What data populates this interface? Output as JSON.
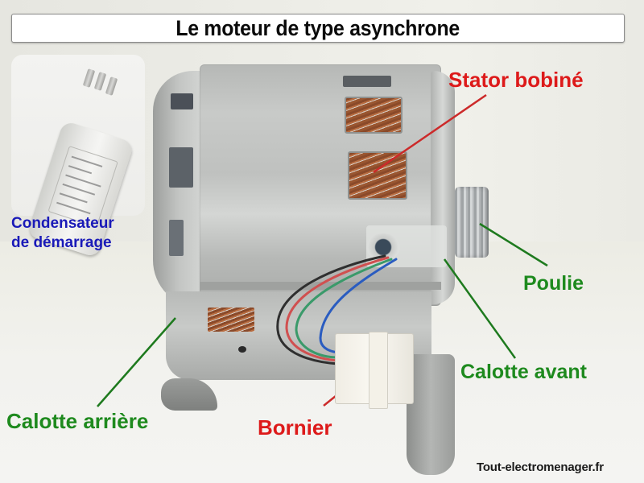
{
  "title": "Le moteur de type asynchrone",
  "labels": {
    "stator": "Stator bobiné",
    "condensateur_line1": "Condensateur",
    "condensateur_line2": "de démarrage",
    "poulie": "Poulie",
    "calotte_avant": "Calotte avant",
    "calotte_arriere": "Calotte arrière",
    "bornier": "Bornier"
  },
  "watermark": "Tout-electromenager.fr",
  "colors": {
    "title_text": "#0a0a0a",
    "label_red": "#dd1a1a",
    "label_green": "#1e8a1e",
    "label_blue": "#1a1ab8",
    "leader_red": "#cc2a2a",
    "leader_green": "#1e7a1e"
  },
  "wires": [
    "#2f2f2f",
    "#d05050",
    "#3a9a6a",
    "#2a5cc0"
  ]
}
